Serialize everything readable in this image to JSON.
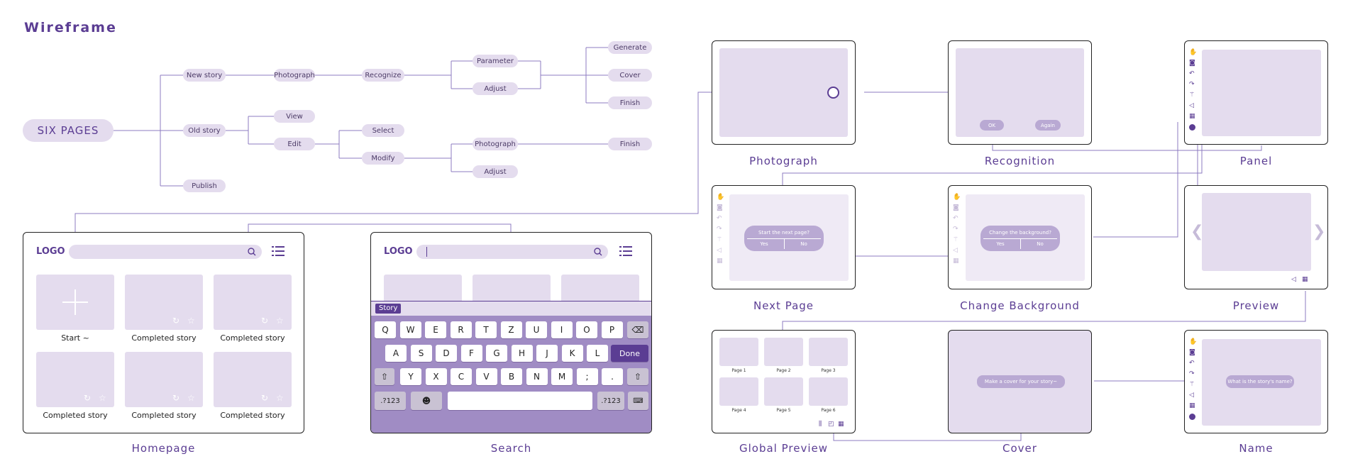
{
  "title": "Wireframe",
  "tree": {
    "root": "SIX PAGES",
    "new_story": "New story",
    "old_story": "Old story",
    "publish": "Publish",
    "photograph": "Photograph",
    "recognize": "Recognize",
    "parameter": "Parameter",
    "adjust": "Adjust",
    "generate": "Generate",
    "cover": "Cover",
    "finish": "Finish",
    "view": "View",
    "edit": "Edit",
    "select": "Select",
    "modify": "Modify",
    "photograph2": "Photograph",
    "adjust2": "Adjust",
    "finish2": "Finish"
  },
  "homepage": {
    "label": "Homepage",
    "logo": "LOGO",
    "cards": [
      "Start ~",
      "Completed story",
      "Completed story",
      "Completed story",
      "Completed story",
      "Completed story"
    ]
  },
  "search": {
    "label": "Search",
    "logo": "LOGO",
    "chip": "Story",
    "row1": [
      "Q",
      "W",
      "E",
      "R",
      "T",
      "Z",
      "U",
      "I",
      "O",
      "P"
    ],
    "row2": [
      "A",
      "S",
      "D",
      "F",
      "G",
      "H",
      "J",
      "K",
      "L"
    ],
    "row3": [
      "Y",
      "X",
      "C",
      "V",
      "B",
      "N",
      "M",
      ";",
      "."
    ],
    "done": "Done",
    "num_left": ".?123",
    "num_right": ".?123"
  },
  "screens": {
    "photograph": "Photograph",
    "recognition": "Recognition",
    "panel": "Panel",
    "next_page": "Next Page",
    "change_background": "Change Background",
    "preview": "Preview",
    "global_preview": "Global Preview",
    "cover": "Cover",
    "name": "Name"
  },
  "recognition": {
    "ok": "OK",
    "again": "Again"
  },
  "next_page": {
    "question": "Start the next page?",
    "yes": "Yes",
    "no": "No"
  },
  "change_background": {
    "question": "Change the background?",
    "yes": "Yes",
    "no": "No"
  },
  "global_preview": {
    "pages": [
      "Page 1",
      "Page 2",
      "Page 3",
      "Page 4",
      "Page 5",
      "Page 6"
    ]
  },
  "cover": {
    "prompt": "Make a cover for your story~"
  },
  "name": {
    "prompt": "What is the story's name?"
  },
  "colors": {
    "accent": "#5b3d93",
    "fill": "#e4dcee",
    "line": "#8c7bc0",
    "keyboard": "#a08cc4"
  }
}
